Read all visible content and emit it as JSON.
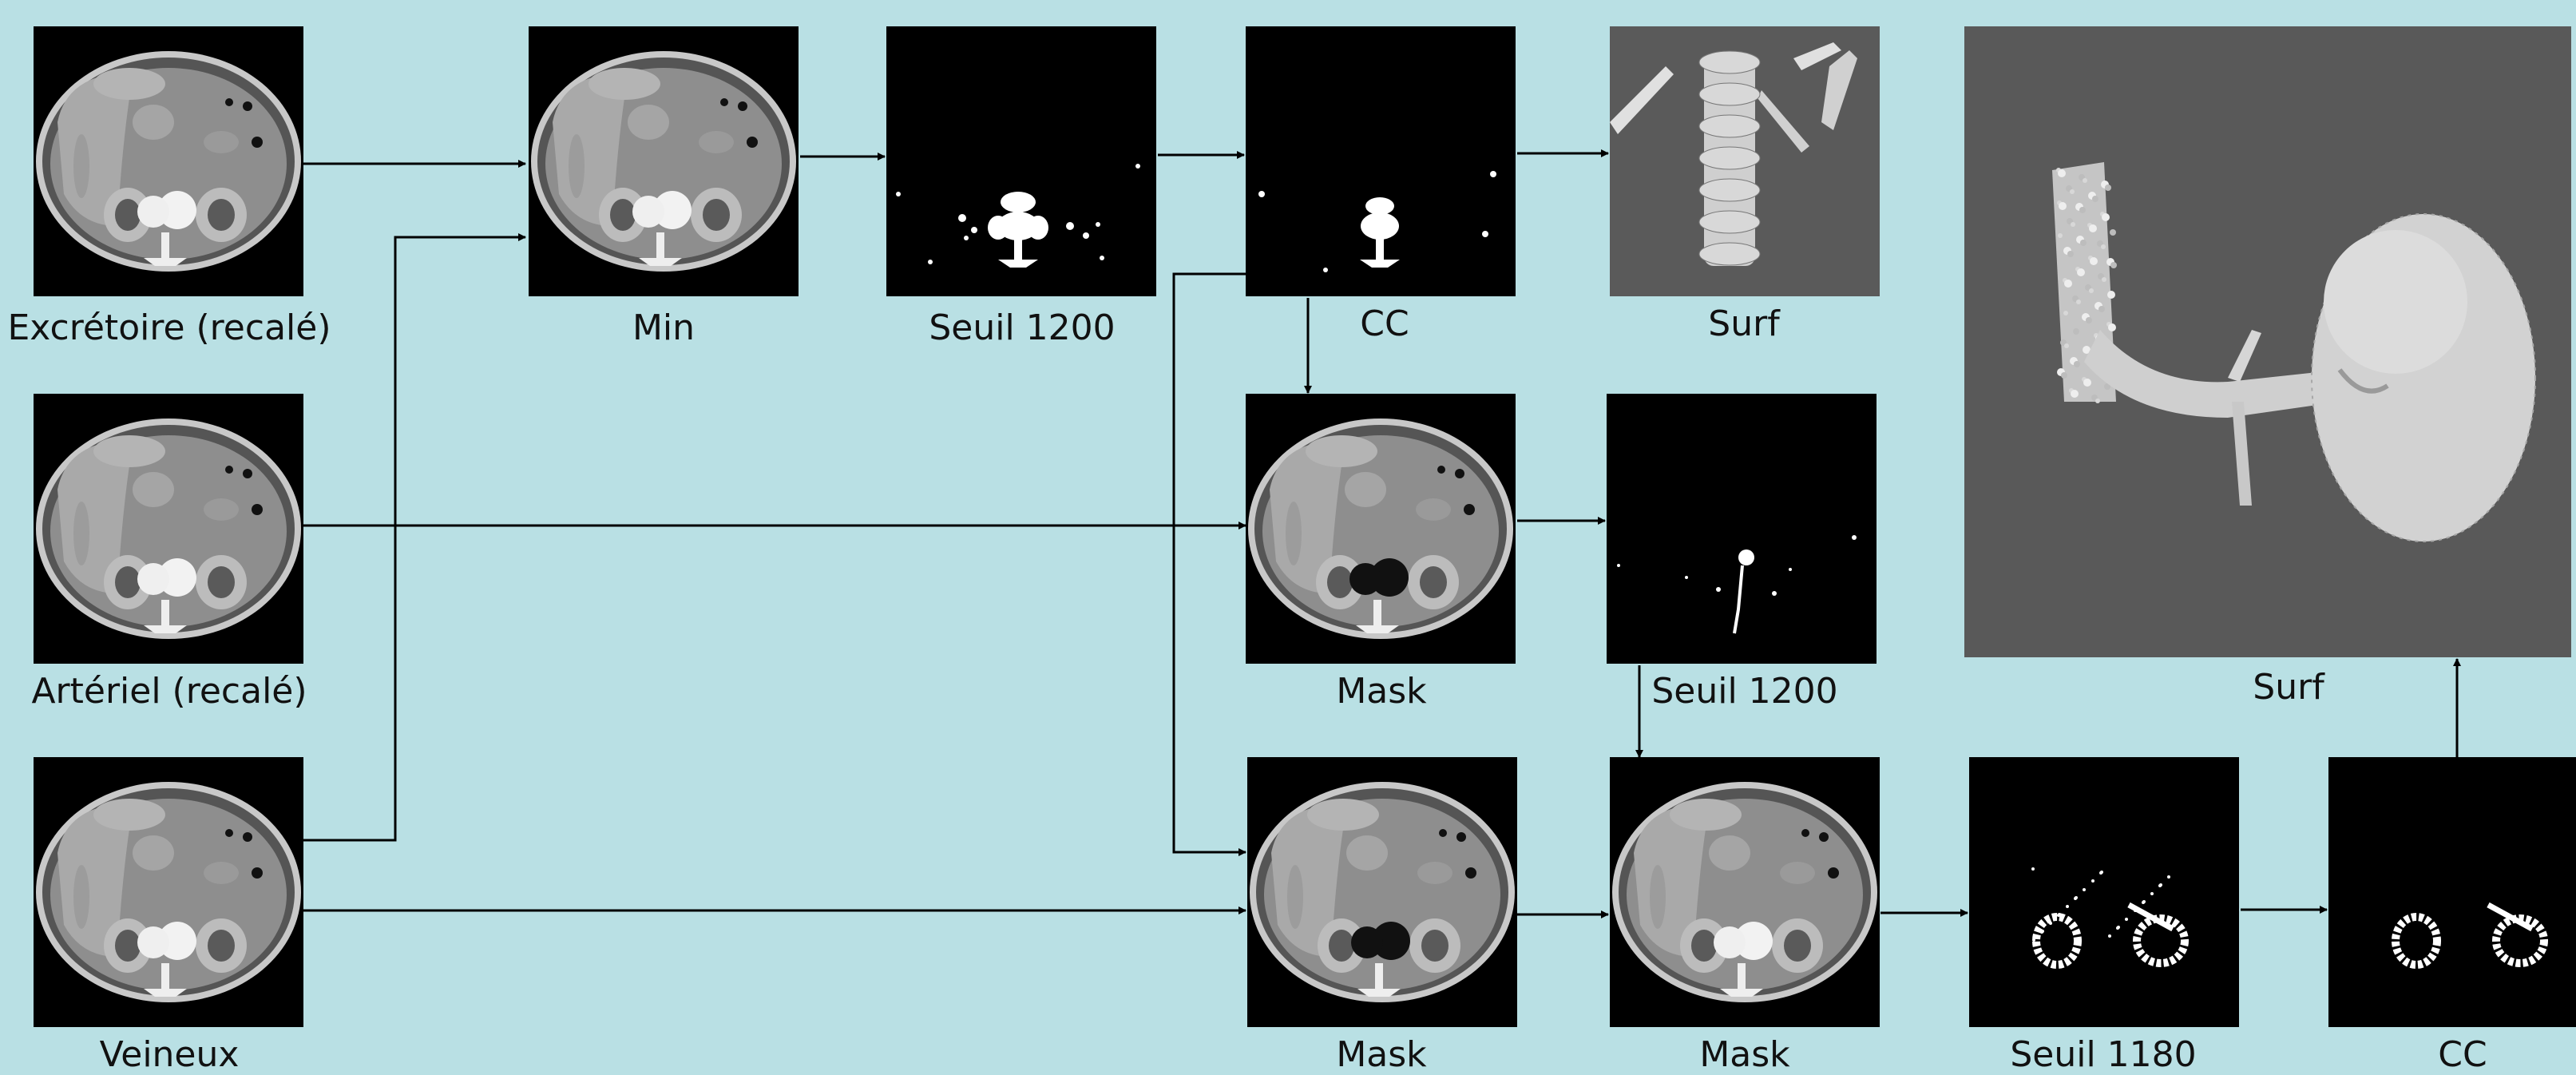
{
  "nodes": [
    {
      "id": "excretoire",
      "label": "Excrétoire (recalé)",
      "kind": "ct"
    },
    {
      "id": "arteriel",
      "label": "Artériel (recalé)",
      "kind": "ct"
    },
    {
      "id": "veineux",
      "label": "Veineux",
      "kind": "ct"
    },
    {
      "id": "min",
      "label": "Min",
      "kind": "ct"
    },
    {
      "id": "seuil1200a",
      "label": "Seuil 1200",
      "kind": "bin_bones"
    },
    {
      "id": "cc1",
      "label": "CC",
      "kind": "bin_cc"
    },
    {
      "id": "surf1",
      "label": "Surf",
      "kind": "surf_spine"
    },
    {
      "id": "mask1",
      "label": "Mask",
      "kind": "ct_masked"
    },
    {
      "id": "seuil1200b",
      "label": "Seuil 1200",
      "kind": "bin_vessels"
    },
    {
      "id": "mask2",
      "label": "Mask",
      "kind": "ct_masked"
    },
    {
      "id": "mask3",
      "label": "Mask",
      "kind": "ct"
    },
    {
      "id": "seuil1180",
      "label": "Seuil 1180",
      "kind": "bin_kidneys"
    },
    {
      "id": "cc2",
      "label": "CC",
      "kind": "bin_kidneys_cc"
    },
    {
      "id": "surf2",
      "label": "Surf",
      "kind": "surf_kidney"
    }
  ],
  "colors": {
    "background": "#b9e0e4",
    "arrow": "#000000",
    "surface_bg": "#595959"
  }
}
